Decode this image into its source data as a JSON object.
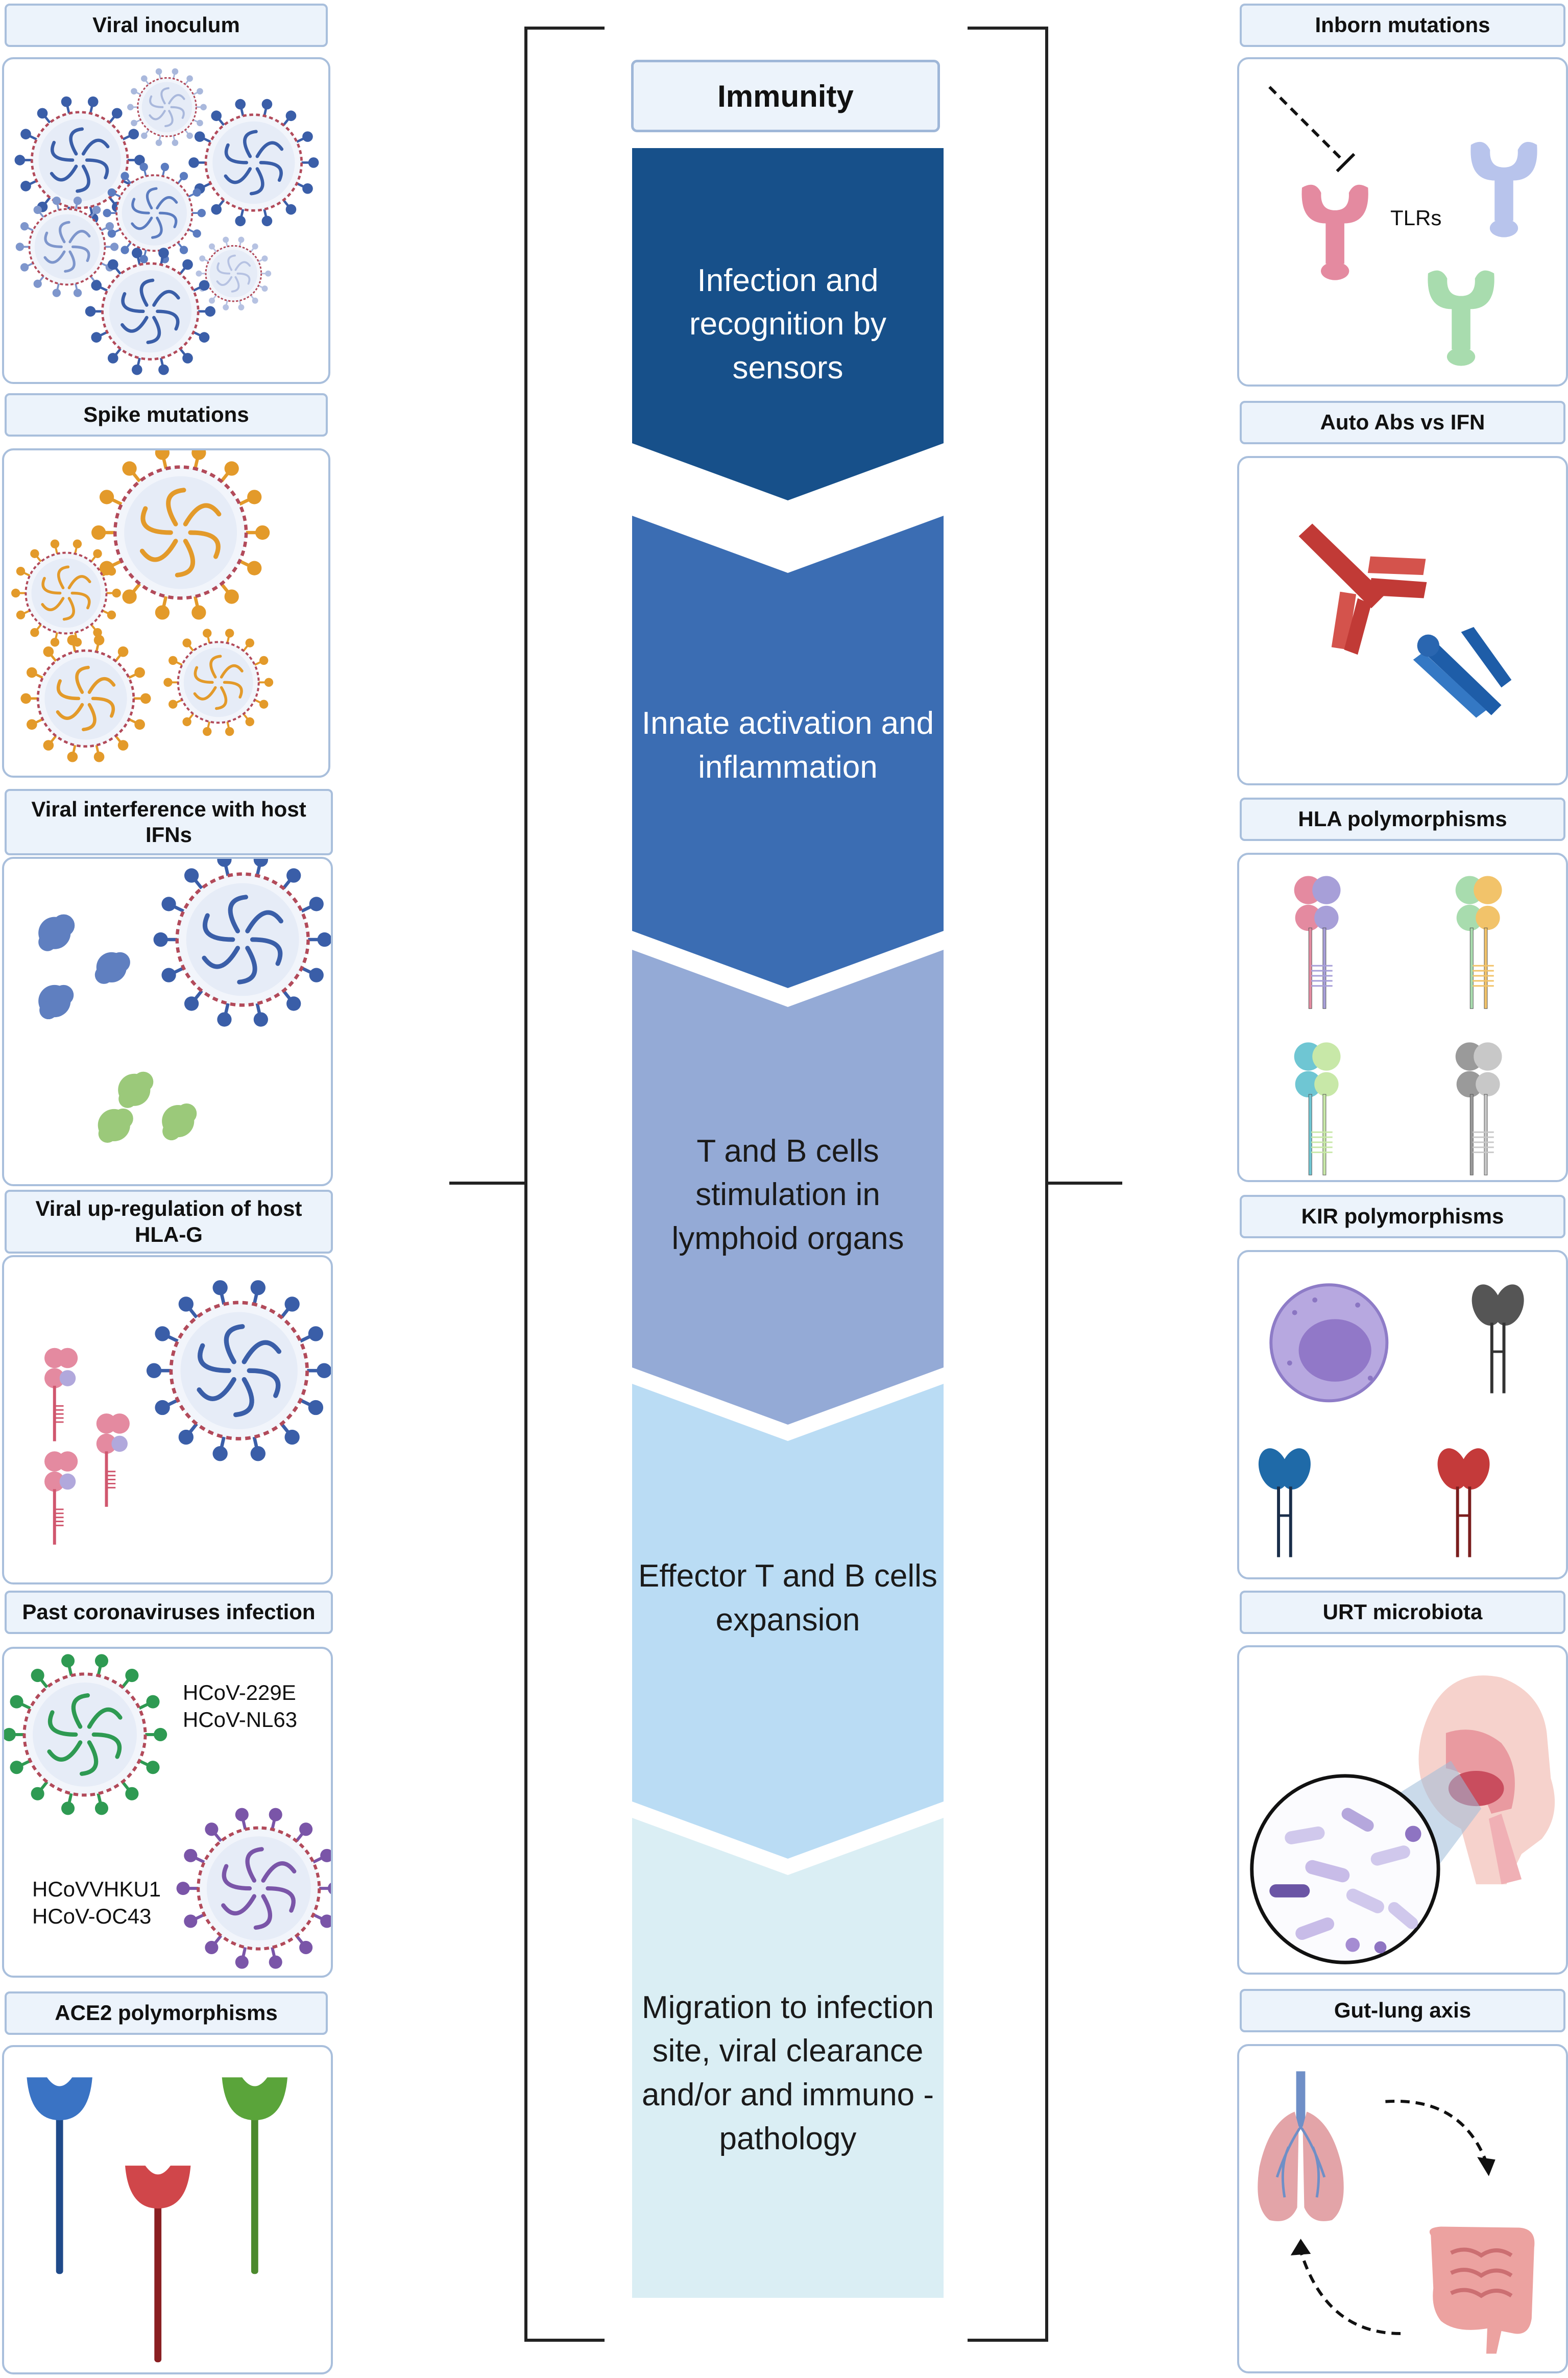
{
  "center": {
    "title": "Immunity",
    "stages": [
      {
        "label": "Infection and recognition by sensors",
        "color": "#17508a",
        "text_color": "#ffffff"
      },
      {
        "label": "Innate activation and inflammation",
        "color": "#3b6db3",
        "text_color": "#ffffff"
      },
      {
        "label": "T and B cells stimulation in lymphoid organs",
        "color": "#94aad6",
        "text_color": "#1a1a1a"
      },
      {
        "label": "Effector T and B cells expansion",
        "color": "#badcf4",
        "text_color": "#1a1a1a"
      },
      {
        "label": "Migration to infection site, viral clearance and/or and immuno -pathology",
        "color": "#daeef4",
        "text_color": "#1a1a1a"
      }
    ]
  },
  "left_factors": [
    {
      "label": "Viral inoculum",
      "icon": "virus-cluster-icon"
    },
    {
      "label": "Spike mutations",
      "icon": "spike-virus-icon"
    },
    {
      "label": "Viral interference with host IFNs",
      "icon": "ifn-interference-icon"
    },
    {
      "label": "Viral up-regulation of host HLA-G",
      "icon": "hla-g-icon"
    },
    {
      "label": "Past coronaviruses infection",
      "icon": "coronavirus-pair-icon",
      "texts": [
        "HCoV-229E HCoV-NL63",
        "HCoVVHKU1 HCoV-OC43"
      ]
    },
    {
      "label": "ACE2 polymorphisms",
      "icon": "ace2-receptor-icon"
    }
  ],
  "right_factors": [
    {
      "label": "Inborn mutations",
      "icon": "tlr-receptor-icon",
      "texts": [
        "TLRs"
      ]
    },
    {
      "label": "Auto Abs vs IFN",
      "icon": "antibody-icon"
    },
    {
      "label": "HLA polymorphisms",
      "icon": "hla-molecule-icon"
    },
    {
      "label": "KIR polymorphisms",
      "icon": "nk-cell-kir-icon"
    },
    {
      "label": "URT microbiota",
      "icon": "microbiota-icon"
    },
    {
      "label": "Gut-lung axis",
      "icon": "gut-lung-icon"
    }
  ],
  "colors": {
    "panel_border": "#a9bfdc",
    "label_fill": "#ecf3fb",
    "virus_blue": "#3a5ea8",
    "virus_orange": "#e39a2a",
    "virus_green": "#2e9a52",
    "virus_purple": "#7a55a8"
  }
}
